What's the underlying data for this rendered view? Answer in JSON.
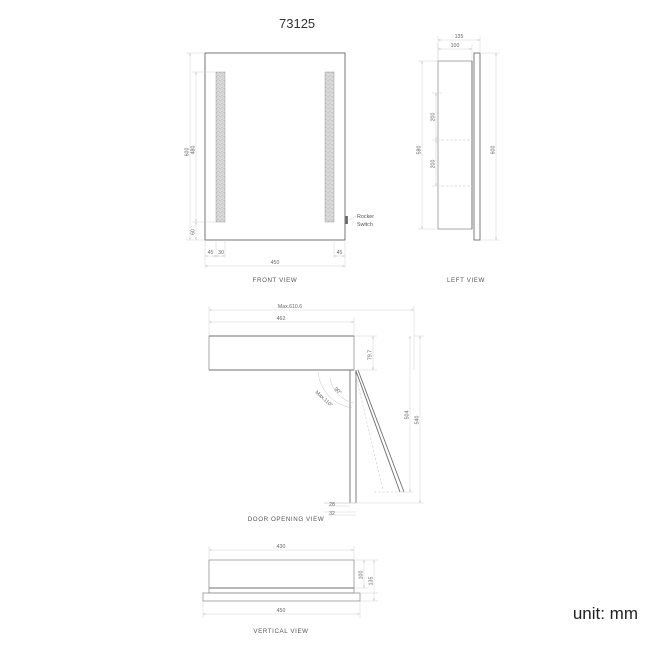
{
  "drawing": {
    "title": "73125",
    "unit_label": "unit: mm",
    "annotations": {
      "rocker_switch_line1": "Rocker",
      "rocker_switch_line2": "Switch"
    },
    "views": [
      {
        "name": "front-view",
        "label": "FRONT VIEW",
        "dimensions": {
          "overall_height": "600",
          "led_height": "480",
          "bottom_offset": "60",
          "left_margin": "45",
          "led_width": "30",
          "overall_width": "450",
          "right_margin": "45"
        }
      },
      {
        "name": "left-view",
        "label": "LEFT VIEW",
        "dimensions": {
          "overall_depth": "135",
          "body_depth": "100",
          "upper_shelf": "200",
          "lower_shelf": "200",
          "body_height": "580",
          "overall_height": "600"
        }
      },
      {
        "name": "door-opening-view",
        "label": "DOOR  OPENING  VIEW",
        "dimensions": {
          "max_projection": "Max.610.6",
          "body_width": "462",
          "hinge_offset": "79.7",
          "angle_right": "90°",
          "angle_max": "Max.110°",
          "door_height": "504",
          "overall_height": "540",
          "base_a": "28",
          "base_b": "32"
        }
      },
      {
        "name": "vertical-view",
        "label": "VERTICAL VIEW",
        "dimensions": {
          "inner_width": "430",
          "overall_width": "450",
          "inner_height": "100",
          "overall_height": "135"
        }
      }
    ]
  },
  "style": {
    "line_color": "#8d8d8d",
    "dim_color": "#c6c6c6",
    "text_color": "#555555",
    "led_fill": "#d4d4d4",
    "background": "#ffffff"
  }
}
